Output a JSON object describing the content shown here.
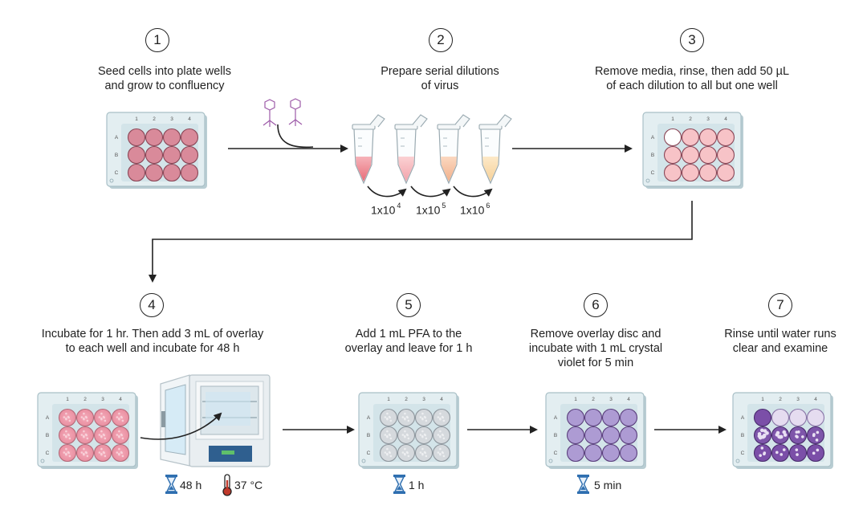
{
  "steps": [
    {
      "num": "1",
      "lines": [
        "Seed cells into plate wells",
        "and grow to confluency"
      ]
    },
    {
      "num": "2",
      "lines": [
        "Prepare serial dilutions",
        "of virus"
      ]
    },
    {
      "num": "3",
      "lines": [
        "Remove media, rinse, then add 50 µL",
        "of each dilution to all but one well"
      ]
    },
    {
      "num": "4",
      "lines": [
        "Incubate for 1 hr. Then add 3 mL of overlay",
        "to each well and incubate for 48 h"
      ]
    },
    {
      "num": "5",
      "lines": [
        "Add 1 mL PFA to the",
        "overlay and leave for 1 h"
      ]
    },
    {
      "num": "6",
      "lines": [
        "Remove overlay disc and",
        "incubate with 1 mL crystal",
        "violet for 5 min"
      ]
    },
    {
      "num": "7",
      "lines": [
        "Rinse until water runs",
        "clear and examine"
      ]
    }
  ],
  "dilutions": [
    {
      "base": "1x10",
      "exp": "4"
    },
    {
      "base": "1x10",
      "exp": "5"
    },
    {
      "base": "1x10",
      "exp": "6"
    }
  ],
  "plate_columns": [
    "1",
    "2",
    "3",
    "4"
  ],
  "plate_rows": [
    "A",
    "B",
    "C"
  ],
  "timers": {
    "step4_time": "48 h",
    "step4_temp": "37 °C",
    "step5_time": "1 h",
    "step6_time": "5 min"
  },
  "colors": {
    "plate_frame": "#d6e6ea",
    "well_pink": "#d8899a",
    "well_light_pink": "#f5c9cc",
    "well_grey": "#d3d7db",
    "well_purple": "#a896cf",
    "stain_purple": "#7b4fa8",
    "hourglass_blue": "#2f6fb0",
    "thermometer_red": "#c0392b"
  }
}
